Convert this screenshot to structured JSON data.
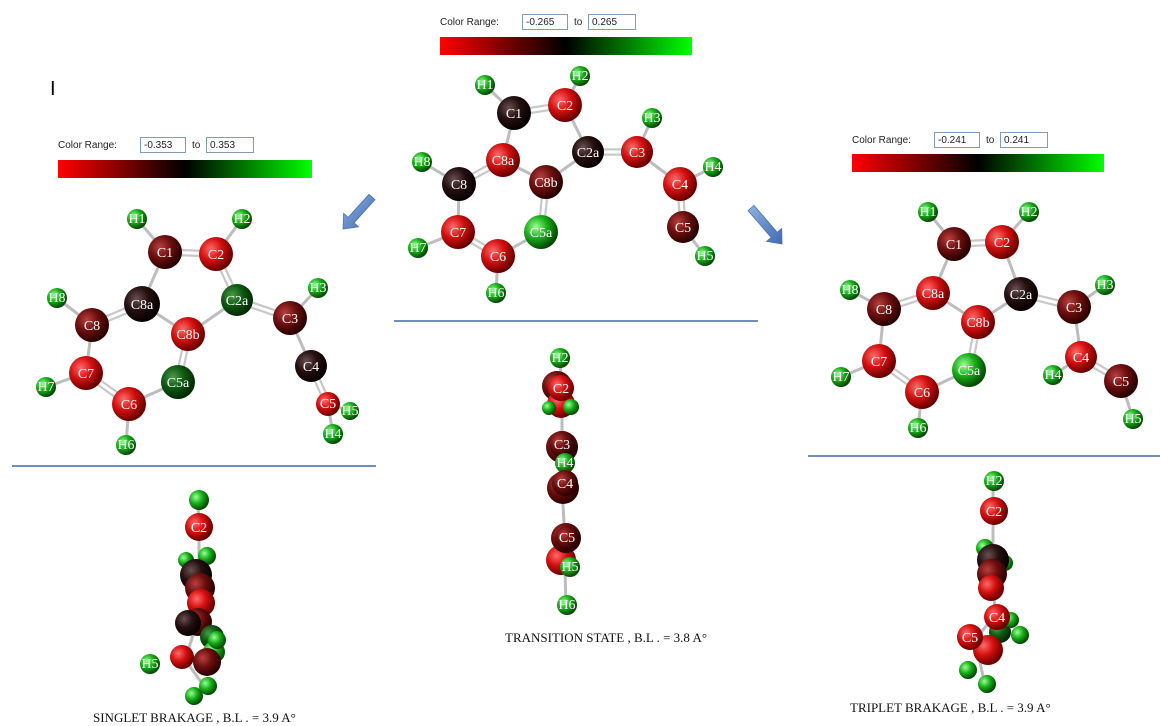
{
  "marker": "I",
  "legend_label": "Color Range:",
  "legend_to": "to",
  "ranges": {
    "left": {
      "min": "-0.353",
      "max": "0.353"
    },
    "center": {
      "min": "-0.265",
      "max": "0.265"
    },
    "right": {
      "min": "-0.241",
      "max": "0.241"
    }
  },
  "captions": {
    "singlet": "SINGLET BRAKAGE , B.L . = 3.9 A°",
    "transition": "TRANSITION   STATE , B.L . = 3.8 A°",
    "triplet": "TRIPLET   BRAKAGE   , B.L . = 3.9 A°"
  },
  "colors": {
    "negative": "#ff0000",
    "neutral": "#000000",
    "positive": "#00ff00",
    "separator": "#6f8fc1",
    "arrow": "#5b84c4"
  },
  "molecules": {
    "left": {
      "atoms": [
        {
          "id": "H1",
          "label": "H1",
          "color": "g"
        },
        {
          "id": "H2",
          "label": "H2",
          "color": "g"
        },
        {
          "id": "C1",
          "label": "C1",
          "color": "dr"
        },
        {
          "id": "C2",
          "label": "C2",
          "color": "r"
        },
        {
          "id": "H8",
          "label": "H8",
          "color": "g"
        },
        {
          "id": "C8a",
          "label": "C8a",
          "color": "dk"
        },
        {
          "id": "C2a",
          "label": "C2a",
          "color": "dg"
        },
        {
          "id": "H3",
          "label": "H3",
          "color": "g"
        },
        {
          "id": "C3",
          "label": "C3",
          "color": "dr"
        },
        {
          "id": "C8",
          "label": "C8",
          "color": "dr"
        },
        {
          "id": "C8b",
          "label": "C8b",
          "color": "r"
        },
        {
          "id": "C4",
          "label": "C4",
          "color": "dk"
        },
        {
          "id": "H7",
          "label": "H7",
          "color": "g"
        },
        {
          "id": "C7",
          "label": "C7",
          "color": "r"
        },
        {
          "id": "C5a",
          "label": "C5a",
          "color": "dg"
        },
        {
          "id": "C6",
          "label": "C6",
          "color": "r"
        },
        {
          "id": "C5",
          "label": "C5",
          "color": "r"
        },
        {
          "id": "H5",
          "label": "H5",
          "color": "g"
        },
        {
          "id": "H4",
          "label": "H4",
          "color": "g"
        },
        {
          "id": "H6",
          "label": "H6",
          "color": "g"
        }
      ]
    },
    "center": {
      "atoms": [
        {
          "id": "H2",
          "label": "H2",
          "color": "g"
        },
        {
          "id": "H1",
          "label": "H1",
          "color": "g"
        },
        {
          "id": "C2",
          "label": "C2",
          "color": "r"
        },
        {
          "id": "C1",
          "label": "C1",
          "color": "dk"
        },
        {
          "id": "H3",
          "label": "H3",
          "color": "g"
        },
        {
          "id": "C8a",
          "label": "C8a",
          "color": "r"
        },
        {
          "id": "C2a",
          "label": "C2a",
          "color": "dk"
        },
        {
          "id": "C3",
          "label": "C3",
          "color": "r"
        },
        {
          "id": "H8",
          "label": "H8",
          "color": "g"
        },
        {
          "id": "C8",
          "label": "C8",
          "color": "dk"
        },
        {
          "id": "C8b",
          "label": "C8b",
          "color": "dr"
        },
        {
          "id": "H4",
          "label": "H4",
          "color": "g"
        },
        {
          "id": "C4",
          "label": "C4",
          "color": "r"
        },
        {
          "id": "C7",
          "label": "C7",
          "color": "r"
        },
        {
          "id": "C5a",
          "label": "C5a",
          "color": "g"
        },
        {
          "id": "C5",
          "label": "C5",
          "color": "dr"
        },
        {
          "id": "H7",
          "label": "H7",
          "color": "g"
        },
        {
          "id": "C6",
          "label": "C6",
          "color": "r"
        },
        {
          "id": "H5",
          "label": "H5",
          "color": "g"
        },
        {
          "id": "H6",
          "label": "H6",
          "color": "g"
        }
      ]
    },
    "right": {
      "atoms": [
        {
          "id": "H1",
          "label": "H1",
          "color": "g"
        },
        {
          "id": "H2",
          "label": "H2",
          "color": "g"
        },
        {
          "id": "C1",
          "label": "C1",
          "color": "dr"
        },
        {
          "id": "C2",
          "label": "C2",
          "color": "r"
        },
        {
          "id": "H8",
          "label": "H8",
          "color": "g"
        },
        {
          "id": "C8a",
          "label": "C8a",
          "color": "r"
        },
        {
          "id": "C2a",
          "label": "C2a",
          "color": "dk"
        },
        {
          "id": "H3",
          "label": "H3",
          "color": "g"
        },
        {
          "id": "C3",
          "label": "C3",
          "color": "dr"
        },
        {
          "id": "C8",
          "label": "C8",
          "color": "dr"
        },
        {
          "id": "C8b",
          "label": "C8b",
          "color": "r"
        },
        {
          "id": "C4",
          "label": "C4",
          "color": "r"
        },
        {
          "id": "H7",
          "label": "H7",
          "color": "g"
        },
        {
          "id": "C7",
          "label": "C7",
          "color": "r"
        },
        {
          "id": "C5a",
          "label": "C5a",
          "color": "g"
        },
        {
          "id": "H4",
          "label": "H4",
          "color": "g"
        },
        {
          "id": "C5",
          "label": "C5",
          "color": "dr"
        },
        {
          "id": "C6",
          "label": "C6",
          "color": "r"
        },
        {
          "id": "H5",
          "label": "H5",
          "color": "g"
        },
        {
          "id": "H6",
          "label": "H6",
          "color": "g"
        }
      ]
    },
    "side_singlet": {
      "atoms": [
        {
          "id": "C2",
          "label": "C2",
          "color": "r"
        },
        {
          "id": "H5",
          "label": "H5",
          "color": "g"
        }
      ]
    },
    "side_transition": {
      "atoms": [
        {
          "id": "H2",
          "label": "H2",
          "color": "g"
        },
        {
          "id": "C2",
          "label": "C2",
          "color": "r"
        },
        {
          "id": "C3",
          "label": "C3",
          "color": "dr"
        },
        {
          "id": "H4",
          "label": "H4",
          "color": "g"
        },
        {
          "id": "C4",
          "label": "C4",
          "color": "dr"
        },
        {
          "id": "C5",
          "label": "C5",
          "color": "dr"
        },
        {
          "id": "H5",
          "label": "H5",
          "color": "g"
        },
        {
          "id": "H6",
          "label": "H6",
          "color": "g"
        }
      ]
    },
    "side_triplet": {
      "atoms": [
        {
          "id": "H2",
          "label": "H2",
          "color": "g"
        },
        {
          "id": "C2",
          "label": "C2",
          "color": "r"
        },
        {
          "id": "C4",
          "label": "C4",
          "color": "r"
        },
        {
          "id": "C5",
          "label": "C5",
          "color": "r"
        }
      ]
    }
  }
}
